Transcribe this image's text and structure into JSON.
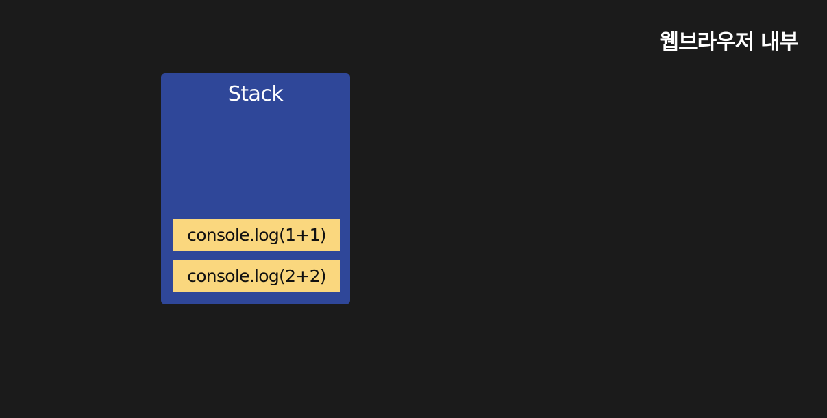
{
  "header": {
    "title": "웹브라우저 내부"
  },
  "stack": {
    "title": "Stack",
    "frames": [
      {
        "label": "console.log(1+1)"
      },
      {
        "label": "console.log(2+2)"
      }
    ]
  },
  "colors": {
    "background": "#1b1b1b",
    "stack_fill": "#2f4799",
    "frame_fill": "#fad77e",
    "frame_text": "#111111",
    "title_text": "#ffffff"
  }
}
